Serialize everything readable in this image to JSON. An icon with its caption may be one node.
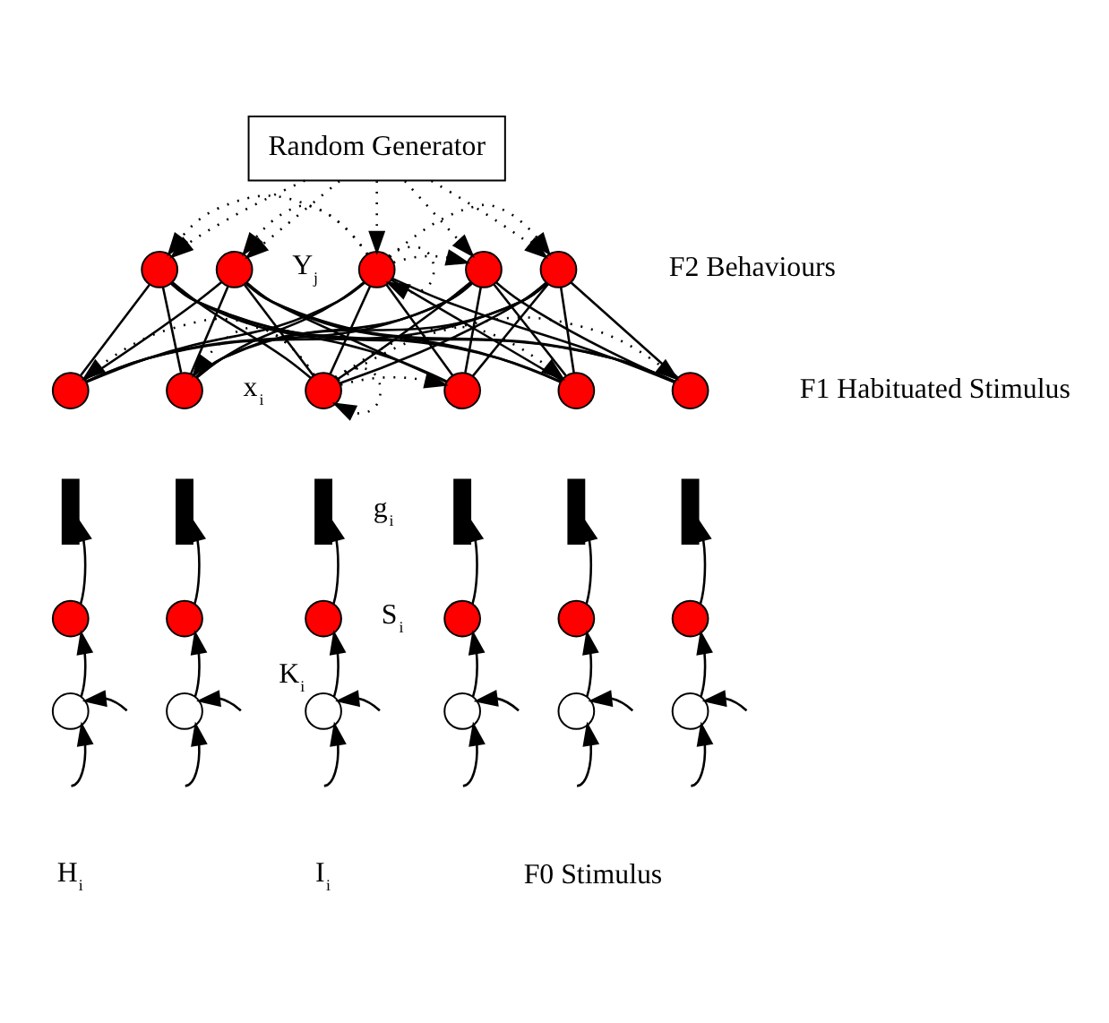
{
  "diagram": {
    "nodes": [
      {
        "text": [
          "Random Generator"
        ]
      },
      {
        "text": [],
        "shape": "circle"
      },
      {
        "text": [],
        "shape": "circle"
      },
      {
        "text": [],
        "shape": "circle",
        "beside": [
          "Y$_{j}$"
        ]
      },
      {
        "text": [],
        "shape": "circle"
      },
      {
        "text": [],
        "shape": "circle"
      },
      {
        "text": [],
        "shape": "circle"
      },
      {
        "text": [],
        "shape": "circle"
      },
      {
        "text": [],
        "shape": "circle",
        "beside": [
          "x$_{i}$"
        ]
      },
      {
        "text": [],
        "shape": "circle"
      },
      {
        "text": [],
        "shape": "circle"
      },
      {
        "text": [],
        "shape": "circle"
      },
      {
        "text": [],
        "shape": "bar"
      },
      {
        "text": [],
        "shape": "bar"
      },
      {
        "text": [],
        "shape": "bar",
        "beside": [
          "g$_{i}$"
        ]
      },
      {
        "text": [],
        "shape": "bar"
      },
      {
        "text": [],
        "shape": "bar"
      },
      {
        "text": [],
        "shape": "bar"
      },
      {
        "text": [],
        "shape": "circle"
      },
      {
        "text": [],
        "shape": "circle"
      },
      {
        "text": [],
        "shape": "circle",
        "beside": [
          "S$_{i}$"
        ]
      },
      {
        "text": [],
        "shape": "circle"
      },
      {
        "text": [],
        "shape": "circle"
      },
      {
        "text": [],
        "shape": "circle"
      },
      {
        "text": [],
        "shape": "circle"
      },
      {
        "text": [],
        "shape": "circle"
      },
      {
        "text": [],
        "shape": "circle",
        "beside": [
          "K$_{i}$"
        ]
      },
      {
        "text": [],
        "shape": "circle"
      },
      {
        "text": [],
        "shape": "circle"
      },
      {
        "text": [],
        "shape": "circle"
      }
    ],
    "edges": [
      {
        "from": 0,
        "to": 1,
        "arrow": "to",
        "style": "dashed"
      },
      {
        "from": 0,
        "to": 2,
        "arrow": "to",
        "style": "dashed"
      },
      {
        "from": 0,
        "to": 3,
        "arrow": "to",
        "style": "dashed"
      },
      {
        "from": 0,
        "to": 4,
        "arrow": "to",
        "style": "dashed"
      },
      {
        "from": 0,
        "to": 5,
        "arrow": "to",
        "style": "dashed"
      },
      {
        "from": 3,
        "to": 3,
        "arrow": "to",
        "style": "dashed"
      },
      {
        "from": 3,
        "to": 1,
        "arrow": "to",
        "style": "dashed"
      },
      {
        "from": 3,
        "to": 2,
        "arrow": "to",
        "style": "dashed"
      },
      {
        "from": 3,
        "to": 4,
        "arrow": "to",
        "style": "dashed"
      },
      {
        "from": 3,
        "to": 5,
        "arrow": "to",
        "style": "dashed"
      },
      {
        "from": 1,
        "to": 6,
        "arrow": "none"
      },
      {
        "from": 1,
        "to": 7,
        "arrow": "none"
      },
      {
        "from": 1,
        "to": 8,
        "arrow": "none"
      },
      {
        "from": 1,
        "to": 9,
        "arrow": "none"
      },
      {
        "from": 1,
        "to": 10,
        "arrow": "none"
      },
      {
        "from": 1,
        "to": 11,
        "arrow": "none"
      },
      {
        "from": 2,
        "to": 6,
        "arrow": "none"
      },
      {
        "from": 2,
        "to": 7,
        "arrow": "none"
      },
      {
        "from": 2,
        "to": 8,
        "arrow": "none"
      },
      {
        "from": 2,
        "to": 9,
        "arrow": "none"
      },
      {
        "from": 2,
        "to": 10,
        "arrow": "none"
      },
      {
        "from": 2,
        "to": 11,
        "arrow": "none"
      },
      {
        "from": 3,
        "to": 6,
        "arrow": "none"
      },
      {
        "from": 3,
        "to": 7,
        "arrow": "none"
      },
      {
        "from": 3,
        "to": 8,
        "arrow": "none"
      },
      {
        "from": 3,
        "to": 9,
        "arrow": "none"
      },
      {
        "from": 3,
        "to": 10,
        "arrow": "none"
      },
      {
        "from": 3,
        "to": 11,
        "arrow": "none"
      },
      {
        "from": 4,
        "to": 6,
        "arrow": "none"
      },
      {
        "from": 4,
        "to": 7,
        "arrow": "none"
      },
      {
        "from": 4,
        "to": 8,
        "arrow": "none"
      },
      {
        "from": 4,
        "to": 9,
        "arrow": "none"
      },
      {
        "from": 4,
        "to": 10,
        "arrow": "none"
      },
      {
        "from": 4,
        "to": 11,
        "arrow": "none"
      },
      {
        "from": 5,
        "to": 6,
        "arrow": "none"
      },
      {
        "from": 5,
        "to": 7,
        "arrow": "none"
      },
      {
        "from": 5,
        "to": 8,
        "arrow": "none"
      },
      {
        "from": 5,
        "to": 9,
        "arrow": "none"
      },
      {
        "from": 5,
        "to": 10,
        "arrow": "none"
      },
      {
        "from": 5,
        "to": 11,
        "arrow": "none"
      },
      {
        "from": 8,
        "to": 8,
        "arrow": "to",
        "style": "dashed"
      },
      {
        "from": 8,
        "to": 6,
        "arrow": "to",
        "style": "dashed"
      },
      {
        "from": 8,
        "to": 7,
        "arrow": "to",
        "style": "dashed"
      },
      {
        "from": 8,
        "to": 9,
        "arrow": "to",
        "style": "dashed"
      },
      {
        "from": 8,
        "to": 10,
        "arrow": "to",
        "style": "dashed"
      },
      {
        "from": 8,
        "to": 11,
        "arrow": "to",
        "style": "dashed"
      },
      {
        "from": 18,
        "to": 12,
        "arrow": "to"
      },
      {
        "from": 19,
        "to": 13,
        "arrow": "to"
      },
      {
        "from": 20,
        "to": 14,
        "arrow": "to"
      },
      {
        "from": 21,
        "to": 15,
        "arrow": "to"
      },
      {
        "from": 22,
        "to": 16,
        "arrow": "to"
      },
      {
        "from": 23,
        "to": 17,
        "arrow": "to"
      },
      {
        "from": 24,
        "to": 18,
        "arrow": "to"
      },
      {
        "from": 25,
        "to": 19,
        "arrow": "to"
      },
      {
        "from": 26,
        "to": 20,
        "arrow": "to"
      },
      {
        "from": 27,
        "to": 21,
        "arrow": "to"
      },
      {
        "from": 28,
        "to": 22,
        "arrow": "to"
      },
      {
        "from": 29,
        "to": 23,
        "arrow": "to"
      },
      {
        "from": null,
        "to": 24,
        "arrow": "to"
      },
      {
        "from": null,
        "to": 24,
        "arrow": "to"
      },
      {
        "from": null,
        "to": 25,
        "arrow": "to"
      },
      {
        "from": null,
        "to": 25,
        "arrow": "to"
      },
      {
        "from": null,
        "to": 26,
        "arrow": "to"
      },
      {
        "from": null,
        "to": 26,
        "arrow": "to"
      },
      {
        "from": null,
        "to": 27,
        "arrow": "to"
      },
      {
        "from": null,
        "to": 27,
        "arrow": "to"
      },
      {
        "from": null,
        "to": 28,
        "arrow": "to"
      },
      {
        "from": null,
        "to": 28,
        "arrow": "to"
      },
      {
        "from": null,
        "to": 29,
        "arrow": "to"
      },
      {
        "from": null,
        "to": 29,
        "arrow": "to"
      }
    ],
    "labels": [
      "F2 Behaviours",
      "F1 Habituated Stimulus",
      "F0 Stimulus",
      "H$_{i}$",
      "I$_{i}$"
    ]
  }
}
